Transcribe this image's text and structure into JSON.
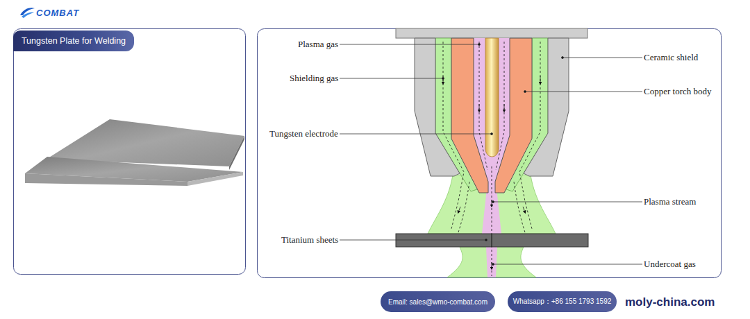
{
  "diagram": {
    "nodes": [
      {
        "text": [
          "Tungsten Plate for Welding"
        ]
      },
      {
        "text": [
          "Email: sales@wmo-combat.com"
        ]
      },
      {
        "text": [
          "Whatsapp：+86 155 1793 1592"
        ]
      }
    ],
    "labels": [
      "COMBAT",
      "Plasma gas",
      "Shielding gas",
      "Tungsten electrode",
      "Titanium sheets",
      "Ceramic shield",
      "Copper torch body",
      "Plasma stream",
      "Undercoat gas",
      "moly-china.com"
    ]
  }
}
